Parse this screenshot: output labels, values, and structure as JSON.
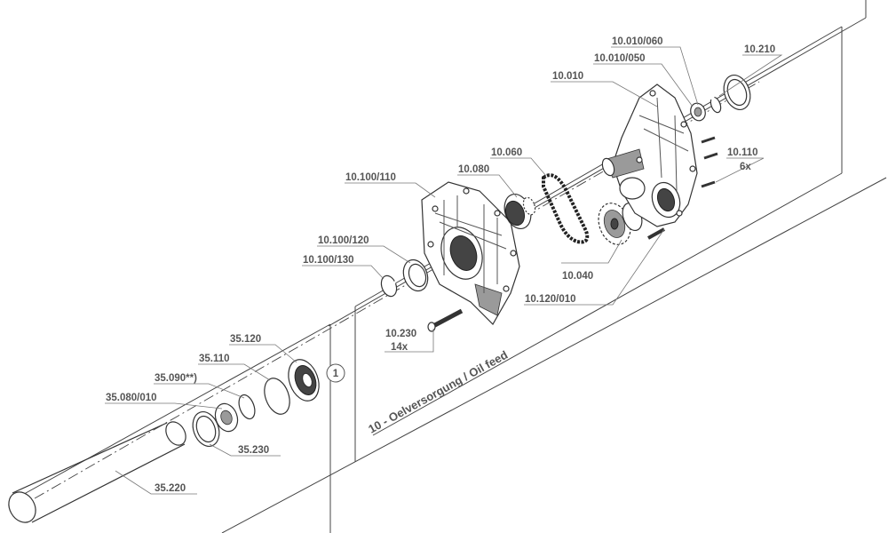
{
  "labels": {
    "l_10_010_060": "10.010/060",
    "l_10_010_050": "10.010/050",
    "l_10_010": "10.010",
    "l_10_210": "10.210",
    "l_10_060": "10.060",
    "l_10_080": "10.080",
    "l_10_110": "10.110",
    "l_6x": "6x",
    "l_10_100_110": "10.100/110",
    "l_10_100_120": "10.100/120",
    "l_10_100_130": "10.100/130",
    "l_10_040": "10.040",
    "l_10_120_010": "10.120/010",
    "l_10_230": "10.230",
    "l_14x": "14x",
    "l_35_120": "35.120",
    "l_35_110": "35.110",
    "l_35_090": "35.090**)",
    "l_35_080_010": "35.080/010",
    "l_35_230": "35.230",
    "l_35_220": "35.220",
    "callout_1": "1",
    "section_title": "10 - Oelversorgung / Oil feed"
  }
}
